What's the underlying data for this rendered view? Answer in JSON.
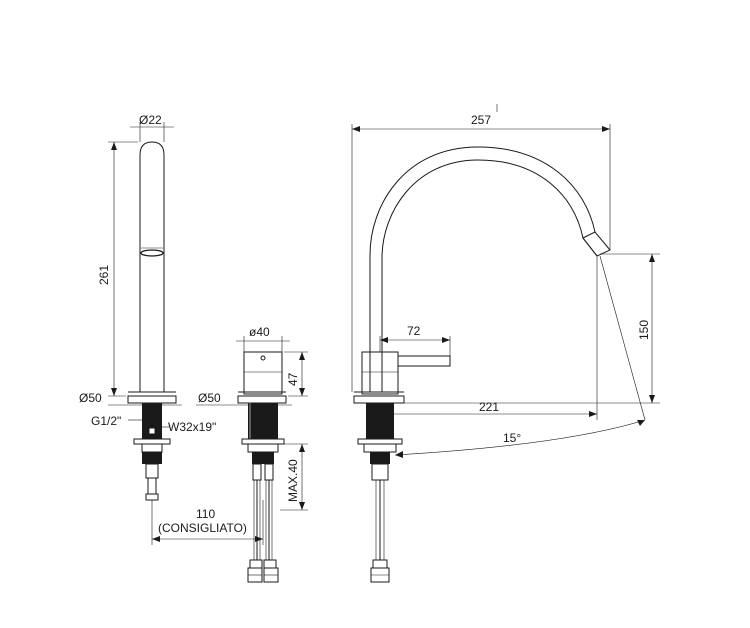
{
  "spray": {
    "diameter_top": "Ø22",
    "height": "261",
    "base_diameter": "Ø50",
    "thread": "G1/2\"",
    "nut": "W32x19\""
  },
  "handle": {
    "diameter": "ø40",
    "height": "47",
    "base_diameter": "Ø50",
    "max_thickness": "MAX.40"
  },
  "spacing": {
    "distance": "110",
    "note": "(CONSIGLIATO)"
  },
  "spout": {
    "width": "257",
    "lever_length": "72",
    "spout_height": "150",
    "reach": "221",
    "angle": "15°"
  }
}
